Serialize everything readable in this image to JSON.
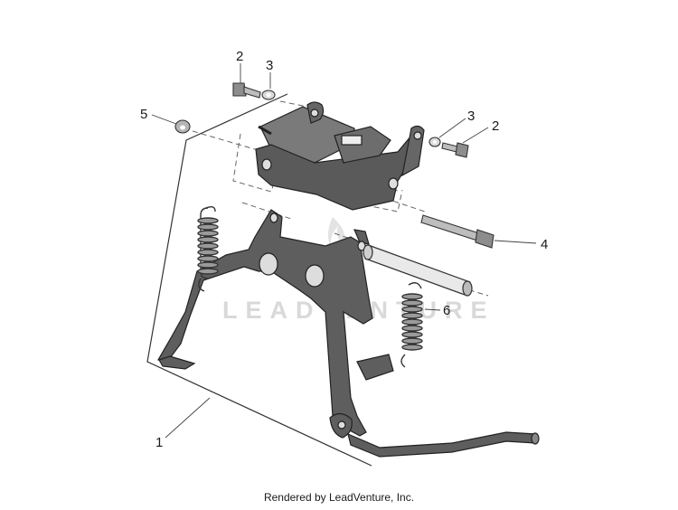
{
  "diagram": {
    "callouts": [
      {
        "id": "1",
        "label": "1"
      },
      {
        "id": "2a",
        "label": "2"
      },
      {
        "id": "3a",
        "label": "3"
      },
      {
        "id": "5",
        "label": "5"
      },
      {
        "id": "3b",
        "label": "3"
      },
      {
        "id": "2b",
        "label": "2"
      },
      {
        "id": "4",
        "label": "4"
      },
      {
        "id": "6",
        "label": "6"
      }
    ],
    "watermark": "LEADVENTURE"
  },
  "footer": {
    "credit": "Rendered by LeadVenture, Inc."
  }
}
